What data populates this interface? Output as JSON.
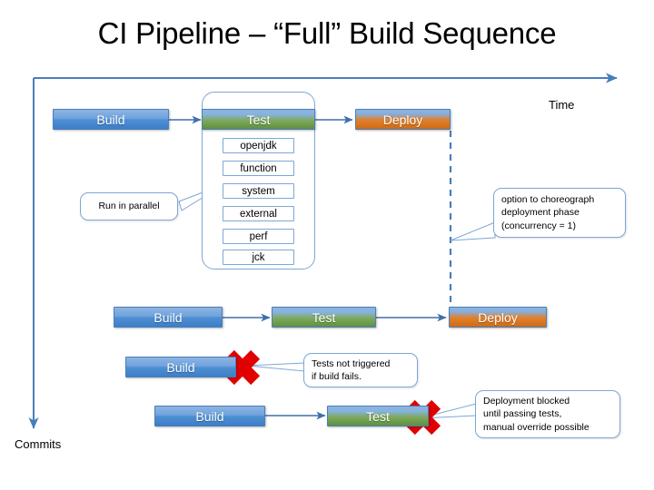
{
  "slide": {
    "title": "CI Pipeline – “Full” Build Sequence",
    "background_color": "#ffffff"
  },
  "axes": {
    "time_label": "Time",
    "commits_label": "Commits",
    "axis_color": "#4a7ebb"
  },
  "colors": {
    "build": "#4f8fd4",
    "test": "#6f9f4e",
    "deploy": "#d9751f",
    "outline": "#7da7d4",
    "arrow": "#3f6fad",
    "fail_mark": "#e00000",
    "dashed": "#4a7ebb"
  },
  "stages": {
    "build_label": "Build",
    "test_label": "Test",
    "deploy_label": "Deploy"
  },
  "rows": [
    {
      "id": "row-1",
      "name": "full-build-sequence",
      "build": "Build",
      "test": "Test",
      "deploy": "Deploy",
      "has_parallel_tests": true,
      "failed_at": null
    },
    {
      "id": "row-2",
      "name": "second-commit-sequence",
      "build": "Build",
      "test": "Test",
      "deploy": "Deploy",
      "has_parallel_tests": false,
      "failed_at": null
    },
    {
      "id": "row-3",
      "name": "build-failure-sequence",
      "build": "Build",
      "test": null,
      "deploy": null,
      "has_parallel_tests": false,
      "failed_at": "build"
    },
    {
      "id": "row-4",
      "name": "test-failure-sequence",
      "build": "Build",
      "test": "Test",
      "deploy": null,
      "has_parallel_tests": false,
      "failed_at": "test"
    }
  ],
  "parallel_tests": {
    "items": [
      "openjdk",
      "function",
      "system",
      "external",
      "perf",
      "jck"
    ]
  },
  "callouts": {
    "run_in_parallel": {
      "lines": [
        "Run in parallel"
      ]
    },
    "choreograph": {
      "lines": [
        "option to choreograph",
        "deployment phase",
        "(concurrency = 1)"
      ]
    },
    "tests_not_triggered": {
      "lines": [
        "Tests not triggered",
        "if build fails."
      ]
    },
    "deployment_blocked": {
      "lines": [
        "Deployment blocked",
        "until passing tests,",
        "manual override possible"
      ]
    }
  }
}
